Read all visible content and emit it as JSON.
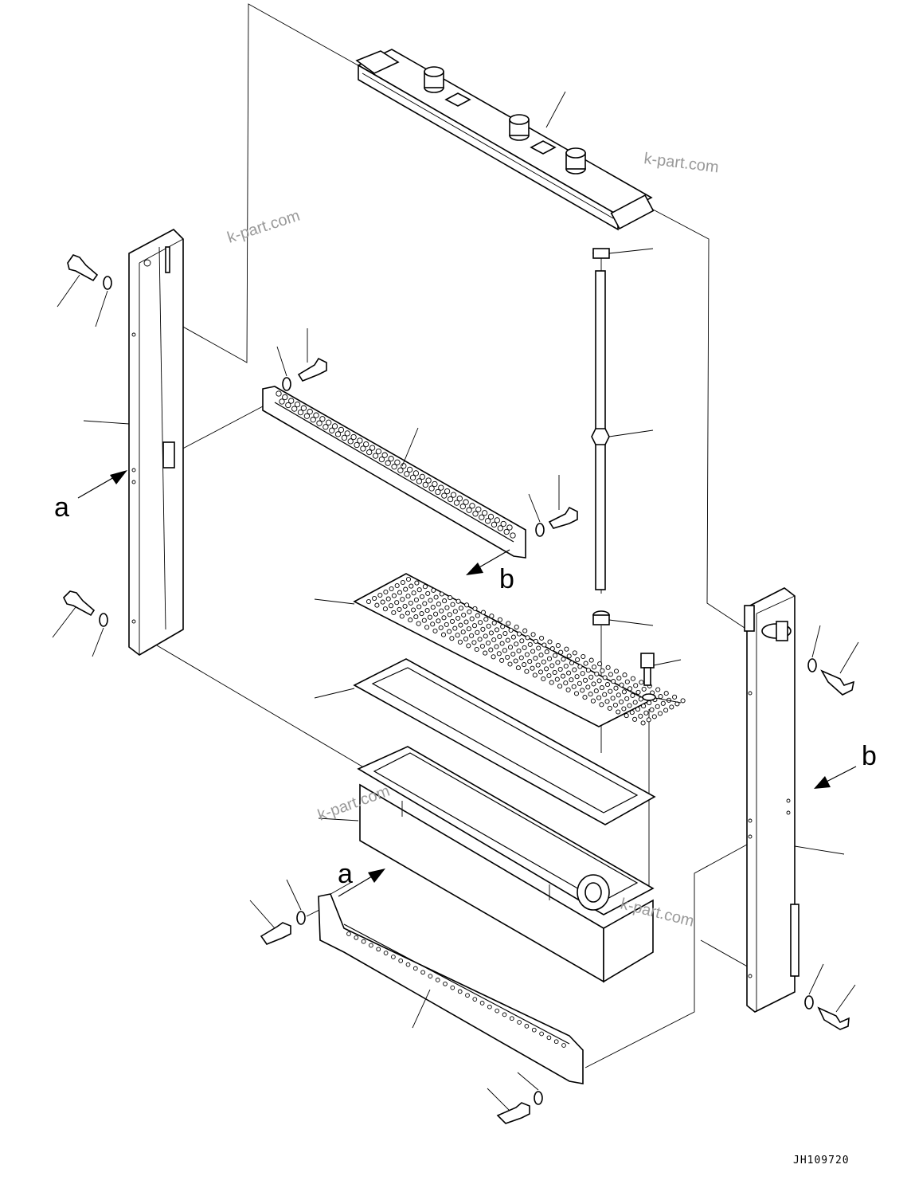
{
  "drawing": {
    "code": "JH109720",
    "view_labels": [
      "a",
      "a",
      "b",
      "b"
    ],
    "watermark": "k-part.com"
  }
}
